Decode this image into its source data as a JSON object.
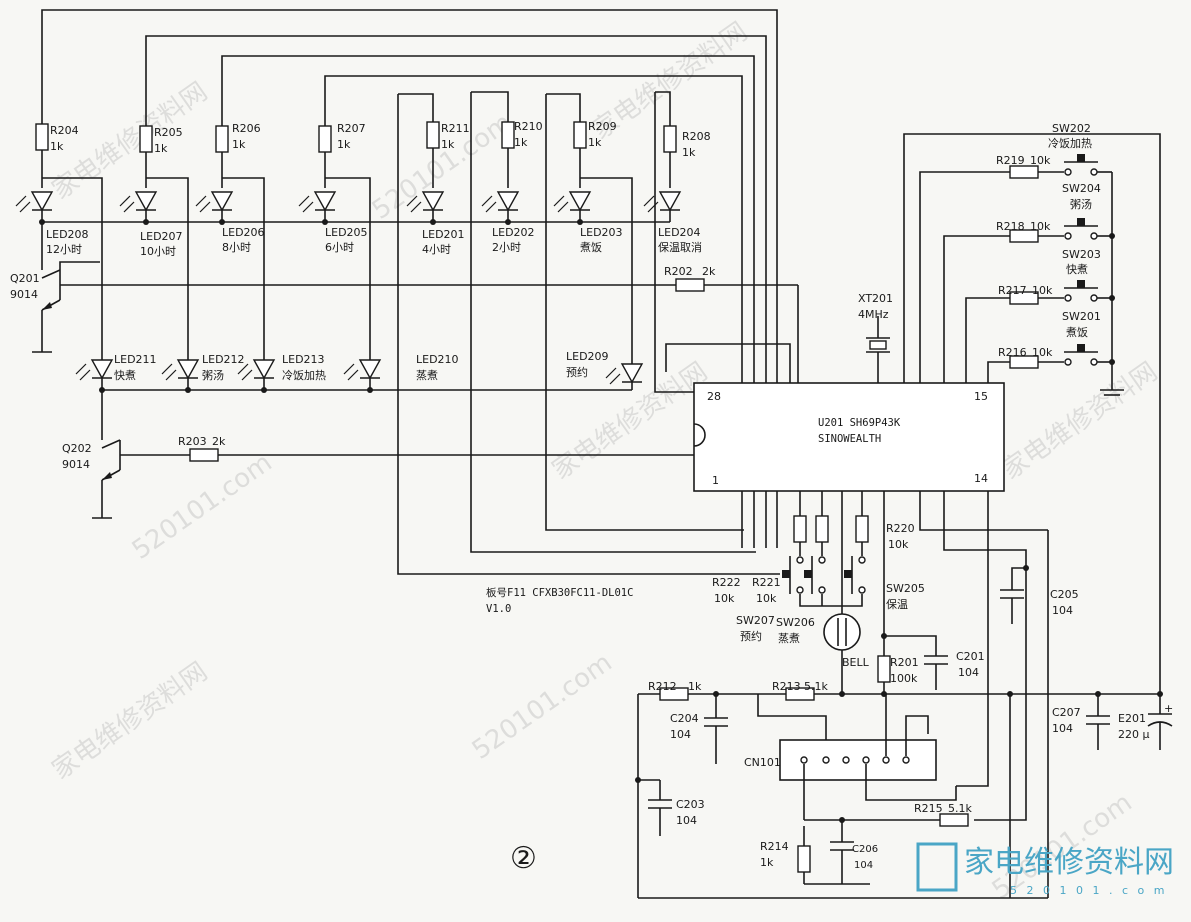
{
  "diagram": {
    "resistors": [
      {
        "id": "R204",
        "value": "1k"
      },
      {
        "id": "R205",
        "value": "1k"
      },
      {
        "id": "R206",
        "value": "1k"
      },
      {
        "id": "R207",
        "value": "1k"
      },
      {
        "id": "R211",
        "value": "1k"
      },
      {
        "id": "R210",
        "value": "1k"
      },
      {
        "id": "R209",
        "value": "1k"
      },
      {
        "id": "R208",
        "value": "1k"
      },
      {
        "id": "R202",
        "value": "2k"
      },
      {
        "id": "R203",
        "value": "2k"
      },
      {
        "id": "R219",
        "value": "10k"
      },
      {
        "id": "R218",
        "value": "10k"
      },
      {
        "id": "R217",
        "value": "10k"
      },
      {
        "id": "R216",
        "value": "10k"
      },
      {
        "id": "R222",
        "value": "10k"
      },
      {
        "id": "R221",
        "value": "10k"
      },
      {
        "id": "R220",
        "value": "10k"
      },
      {
        "id": "R201",
        "value": "100k"
      },
      {
        "id": "R212",
        "value": "1k"
      },
      {
        "id": "R213",
        "value": "5.1k"
      },
      {
        "id": "R215",
        "value": "5.1k"
      },
      {
        "id": "R214",
        "value": "1k"
      }
    ],
    "leds_top": [
      {
        "id": "LED208",
        "label": "12小时"
      },
      {
        "id": "LED207",
        "label": "10小时"
      },
      {
        "id": "LED206",
        "label": "8小时"
      },
      {
        "id": "LED205",
        "label": "6小时"
      },
      {
        "id": "LED201",
        "label": "4小时"
      },
      {
        "id": "LED202",
        "label": "2小时"
      },
      {
        "id": "LED203",
        "label": "煮饭"
      },
      {
        "id": "LED204",
        "label": "保温取消"
      }
    ],
    "leds_bottom": [
      {
        "id": "LED211",
        "label": "快煮"
      },
      {
        "id": "LED212",
        "label": "粥汤"
      },
      {
        "id": "LED213",
        "label": "冷饭加热"
      },
      {
        "id": "LED210",
        "label": "蒸煮"
      },
      {
        "id": "LED209",
        "label": "预约"
      }
    ],
    "transistors": [
      {
        "id": "Q201",
        "type": "9014"
      },
      {
        "id": "Q202",
        "type": "9014"
      }
    ],
    "switches": [
      {
        "id": "SW202",
        "label": "冷饭加热"
      },
      {
        "id": "SW204",
        "label": "粥汤"
      },
      {
        "id": "SW203",
        "label": "快煮"
      },
      {
        "id": "SW201",
        "label": "煮饭"
      },
      {
        "id": "SW207",
        "label": "预约"
      },
      {
        "id": "SW206",
        "label": "蒸煮"
      },
      {
        "id": "SW205",
        "label": "保温"
      }
    ],
    "crystal": {
      "id": "XT201",
      "value": "4MHz"
    },
    "ic": {
      "ref": "U201 SH69P43K",
      "maker": "SINOWEALTH",
      "pin_tl": "28",
      "pin_bl": "1",
      "pin_tr": "15",
      "pin_br": "14"
    },
    "capacitors": [
      {
        "id": "C205",
        "value": "104"
      },
      {
        "id": "C201",
        "value": "104"
      },
      {
        "id": "C204",
        "value": "104"
      },
      {
        "id": "C203",
        "value": "104"
      },
      {
        "id": "C206",
        "value": "104"
      },
      {
        "id": "C207",
        "value": "104"
      },
      {
        "id": "E201",
        "value": "220 μ"
      }
    ],
    "connector": "CN101",
    "bell": "BELL",
    "board_no": "板号F11 CFXB30FC11-DL01C",
    "version": "V1.0",
    "figure_no": "②",
    "polarity": "+"
  },
  "watermark": {
    "text": "家电维修资料网",
    "url": "520101.com",
    "logo": "家电维修资料网",
    "logo_url": "5 2 0 1 0 1 . c o m"
  }
}
